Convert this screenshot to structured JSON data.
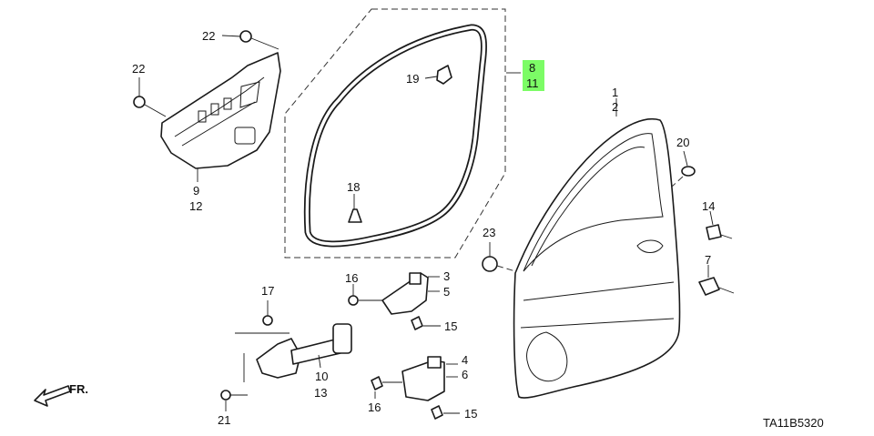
{
  "diagram_code": "TA11B5320",
  "direction_label": "FR.",
  "callouts": {
    "c22a": "22",
    "c22b": "22",
    "c9": "9",
    "c12": "12",
    "c19": "19",
    "c18": "18",
    "c8": "8",
    "c11": "11",
    "c1": "1",
    "c2": "2",
    "c20": "20",
    "c14": "14",
    "c23": "23",
    "c7": "7",
    "c16a": "16",
    "c3": "3",
    "c5": "5",
    "c15a": "15",
    "c17": "17",
    "c10": "10",
    "c13": "13",
    "c21": "21",
    "c4": "4",
    "c6": "6",
    "c16b": "16",
    "c15b": "15"
  },
  "highlighted_callouts": [
    "8",
    "11"
  ],
  "colors": {
    "highlight": "#7CFC66",
    "line": "#1a1a1a"
  }
}
